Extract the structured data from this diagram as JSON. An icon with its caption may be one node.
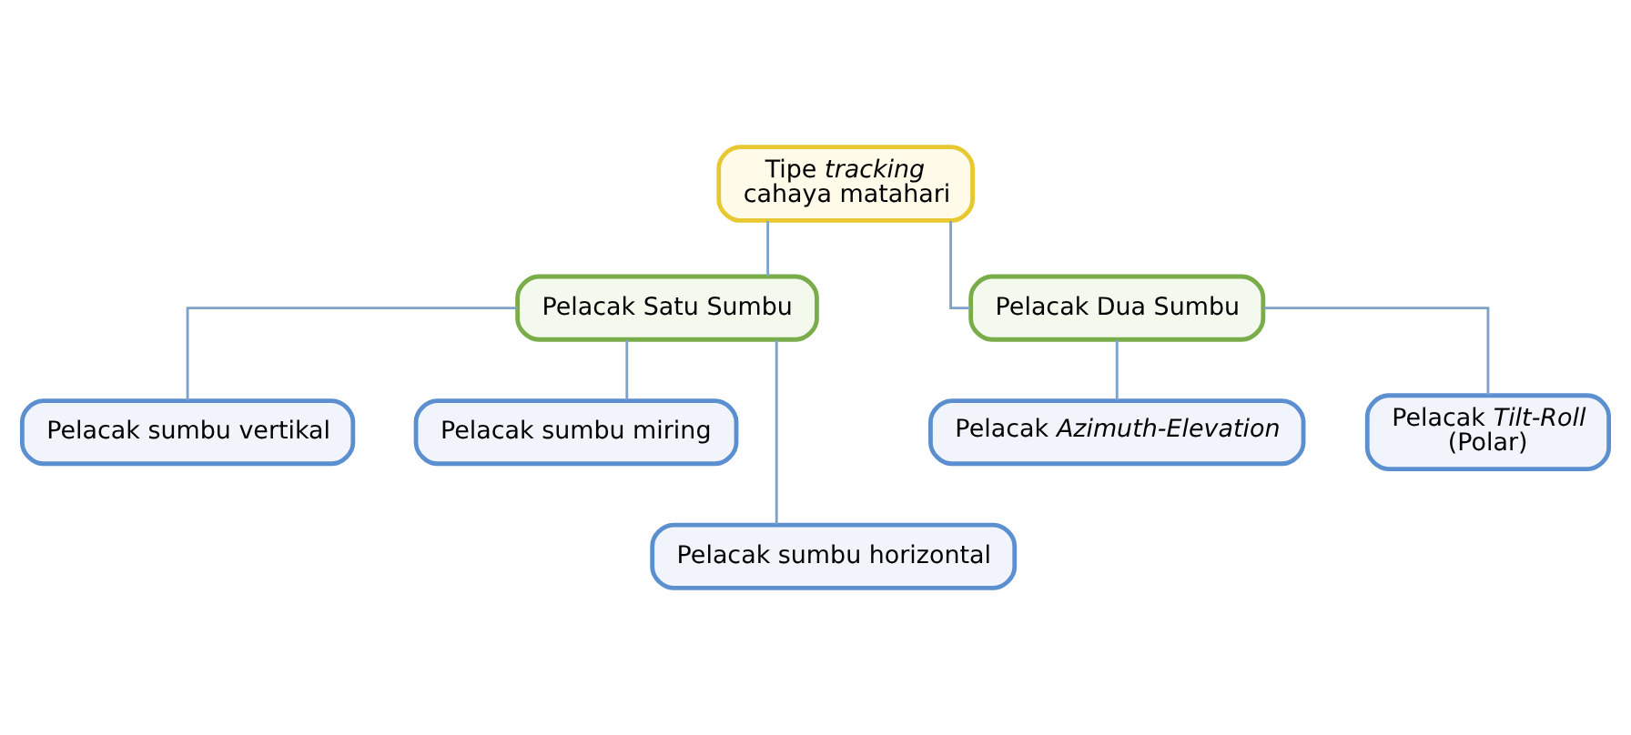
{
  "diagram": {
    "nodes": [
      {
        "text": [
          "Tipe *tracking* cahaya matahari"
        ]
      },
      {
        "text": [
          "Pelacak Satu Sumbu"
        ]
      },
      {
        "text": [
          "Pelacak Dua Sumbu"
        ]
      },
      {
        "text": [
          "Pelacak sumbu vertikal"
        ]
      },
      {
        "text": [
          "Pelacak sumbu miring"
        ]
      },
      {
        "text": [
          "Pelacak sumbu horizontal"
        ]
      },
      {
        "text": [
          "Pelacak *Azimuth-Elevation*"
        ]
      },
      {
        "text": [
          "Pelacak *Tilt-Roll* (Polar)"
        ]
      }
    ],
    "edges": [
      {
        "from": 0,
        "to": 1,
        "arrow": "none"
      },
      {
        "from": 0,
        "to": 2,
        "arrow": "none"
      },
      {
        "from": 1,
        "to": 3,
        "arrow": "none"
      },
      {
        "from": 1,
        "to": 5,
        "arrow": "none"
      },
      {
        "from": 1,
        "to": 4,
        "arrow": "none"
      },
      {
        "from": 2,
        "to": 6,
        "arrow": "none"
      },
      {
        "from": 2,
        "to": 7,
        "arrow": "none"
      }
    ]
  }
}
